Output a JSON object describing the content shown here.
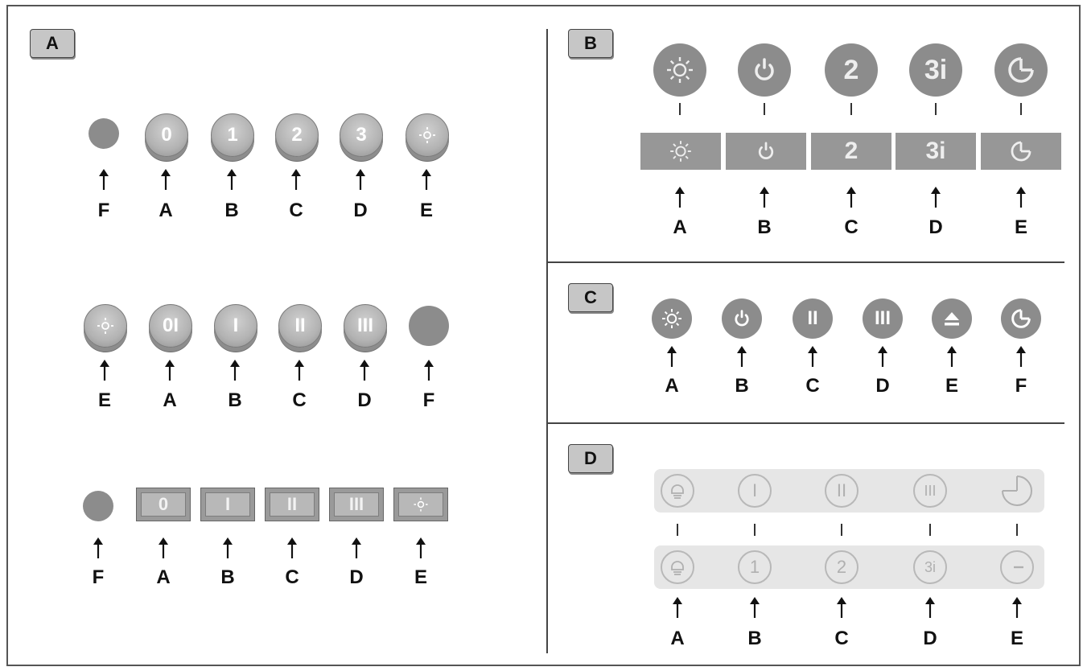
{
  "panels": {
    "A": {
      "tag": "A",
      "row1": {
        "symbols": [
          "",
          "0",
          "1",
          "2",
          "3",
          ""
        ],
        "labels": [
          "F",
          "A",
          "B",
          "C",
          "D",
          "E"
        ]
      },
      "row2": {
        "symbols": [
          "",
          "0I",
          "I",
          "II",
          "III",
          ""
        ],
        "labels": [
          "E",
          "A",
          "B",
          "C",
          "D",
          "F"
        ]
      },
      "row3": {
        "symbols": [
          "",
          "0",
          "I",
          "II",
          "III",
          ""
        ],
        "labels": [
          "F",
          "A",
          "B",
          "C",
          "D",
          "E"
        ]
      }
    },
    "B": {
      "tag": "B",
      "symbols": [
        "",
        "",
        "2",
        "3i",
        ""
      ],
      "labels": [
        "A",
        "B",
        "C",
        "D",
        "E"
      ]
    },
    "C": {
      "tag": "C",
      "symbols": [
        "",
        "",
        "II",
        "III",
        "",
        ""
      ],
      "labels": [
        "A",
        "B",
        "C",
        "D",
        "E",
        "F"
      ]
    },
    "D": {
      "tag": "D",
      "top_symbols": [
        "",
        "I",
        "II",
        "III",
        ""
      ],
      "bottom_symbols": [
        "",
        "1",
        "2",
        "3i",
        ""
      ],
      "labels": [
        "A",
        "B",
        "C",
        "D",
        "E"
      ]
    }
  },
  "colors": {
    "button_grey": "#8c8c8c",
    "strip_grey": "#e6e6e6",
    "tag_grey": "#c6c6c6"
  },
  "icons": [
    "light-icon",
    "power-icon",
    "timer-icon",
    "eject-icon",
    "lamp-icon"
  ]
}
